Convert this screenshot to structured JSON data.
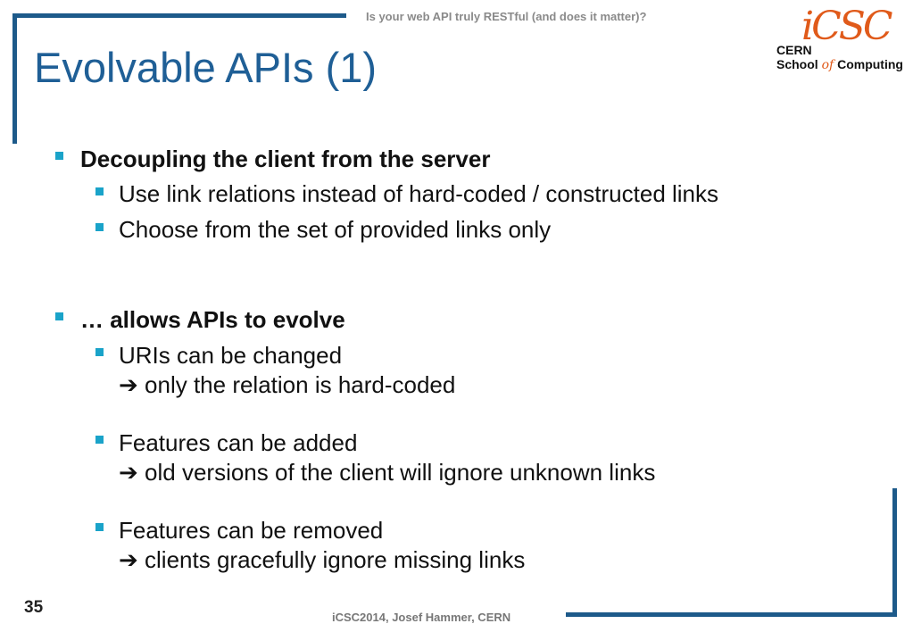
{
  "header": {
    "presentation_title": "Is your web API truly RESTful (and does it matter)?"
  },
  "slide": {
    "title": "Evolvable APIs (1)"
  },
  "logo": {
    "mark": "iCSC",
    "line1": "CERN",
    "line2_pre": "School",
    "line2_of": "of",
    "line2_post": "Computing"
  },
  "content": {
    "b1": "Decoupling the client from the server",
    "b1_1": "Use link relations instead of hard-coded / constructed links",
    "b1_2": "Choose from the set of provided links only",
    "b2": "… allows APIs to evolve",
    "b2_1": "URIs can be changed",
    "b2_1_cont": "only the relation is hard-coded",
    "b2_2": "Features can be added",
    "b2_2_cont": "old versions of the client will ignore unknown links",
    "b2_3": "Features can be removed",
    "b2_3_cont": "clients gracefully ignore missing links",
    "arrow": "➔"
  },
  "footer": {
    "page_number": "35",
    "credit": "iCSC2014, Josef Hammer, CERN"
  },
  "colors": {
    "frame": "#1d5a8a",
    "title": "#1f5f96",
    "bullet": "#1aa3c9"
  }
}
